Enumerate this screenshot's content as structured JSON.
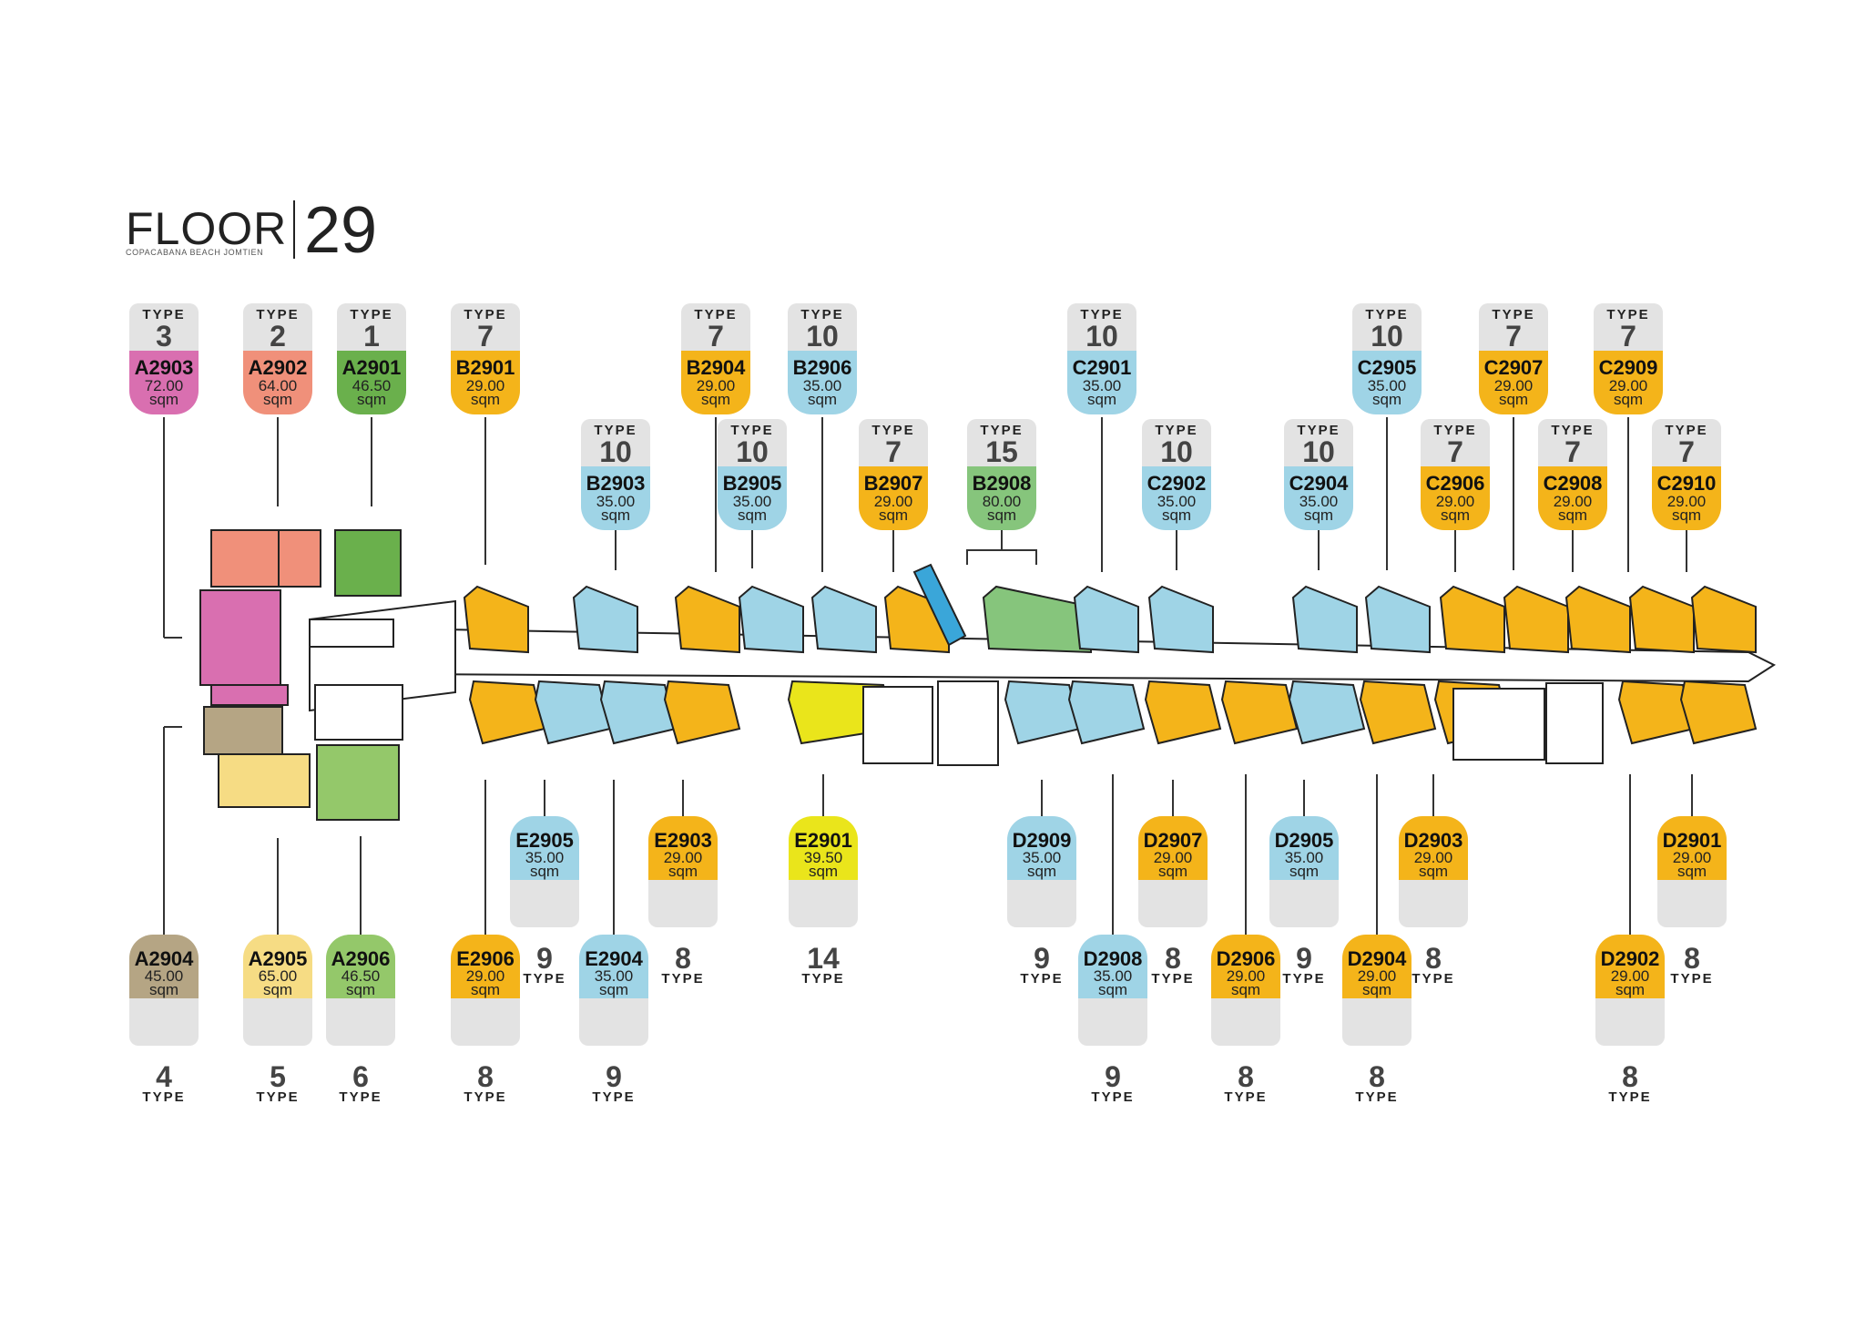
{
  "title": {
    "floor": "FLOOR",
    "number": "29",
    "subtitle": "COPACABANA BEACH JOMTIEN"
  },
  "type_word": "TYPE",
  "area_unit": "sqm",
  "colors": {
    "type1": "#6ab04c",
    "type2": "#f0907a",
    "type3": "#d96fb0",
    "type4": "#b5a584",
    "type5": "#f6dc84",
    "type6": "#94c86a",
    "type7": "#f4b41a",
    "type8": "#f4b41a",
    "type9": "#9fd4e6",
    "type10": "#9fd4e6",
    "type14": "#eae51b",
    "type15": "#86c57c",
    "type_box": "#e3e3e3",
    "corridor": "#ffffff",
    "wall": "#111111"
  },
  "units_top": [
    {
      "unit": "A2903",
      "area": "72.00",
      "type": "3"
    },
    {
      "unit": "A2902",
      "area": "64.00",
      "type": "2"
    },
    {
      "unit": "A2901",
      "area": "46.50",
      "type": "1"
    },
    {
      "unit": "B2901",
      "area": "29.00",
      "type": "7"
    },
    {
      "unit": "B2903",
      "area": "35.00",
      "type": "10"
    },
    {
      "unit": "B2904",
      "area": "29.00",
      "type": "7"
    },
    {
      "unit": "B2905",
      "area": "35.00",
      "type": "10"
    },
    {
      "unit": "B2906",
      "area": "35.00",
      "type": "10"
    },
    {
      "unit": "B2907",
      "area": "29.00",
      "type": "7"
    },
    {
      "unit": "B2908",
      "area": "80.00",
      "type": "15"
    },
    {
      "unit": "C2901",
      "area": "35.00",
      "type": "10"
    },
    {
      "unit": "C2902",
      "area": "35.00",
      "type": "10"
    },
    {
      "unit": "C2904",
      "area": "35.00",
      "type": "10"
    },
    {
      "unit": "C2905",
      "area": "35.00",
      "type": "10"
    },
    {
      "unit": "C2906",
      "area": "29.00",
      "type": "7"
    },
    {
      "unit": "C2907",
      "area": "29.00",
      "type": "7"
    },
    {
      "unit": "C2908",
      "area": "29.00",
      "type": "7"
    },
    {
      "unit": "C2909",
      "area": "29.00",
      "type": "7"
    },
    {
      "unit": "C2910",
      "area": "29.00",
      "type": "7"
    }
  ],
  "units_bottom": [
    {
      "unit": "A2904",
      "area": "45.00",
      "type": "4"
    },
    {
      "unit": "A2905",
      "area": "65.00",
      "type": "5"
    },
    {
      "unit": "A2906",
      "area": "46.50",
      "type": "6"
    },
    {
      "unit": "E2906",
      "area": "29.00",
      "type": "8"
    },
    {
      "unit": "E2905",
      "area": "35.00",
      "type": "9"
    },
    {
      "unit": "E2904",
      "area": "35.00",
      "type": "9"
    },
    {
      "unit": "E2903",
      "area": "29.00",
      "type": "8"
    },
    {
      "unit": "E2901",
      "area": "39.50",
      "type": "14"
    },
    {
      "unit": "D2909",
      "area": "35.00",
      "type": "9"
    },
    {
      "unit": "D2908",
      "area": "35.00",
      "type": "9"
    },
    {
      "unit": "D2907",
      "area": "29.00",
      "type": "8"
    },
    {
      "unit": "D2906",
      "area": "29.00",
      "type": "8"
    },
    {
      "unit": "D2905",
      "area": "35.00",
      "type": "9"
    },
    {
      "unit": "D2904",
      "area": "29.00",
      "type": "8"
    },
    {
      "unit": "D2903",
      "area": "29.00",
      "type": "8"
    },
    {
      "unit": "D2902",
      "area": "29.00",
      "type": "8"
    },
    {
      "unit": "D2901",
      "area": "29.00",
      "type": "8"
    }
  ]
}
